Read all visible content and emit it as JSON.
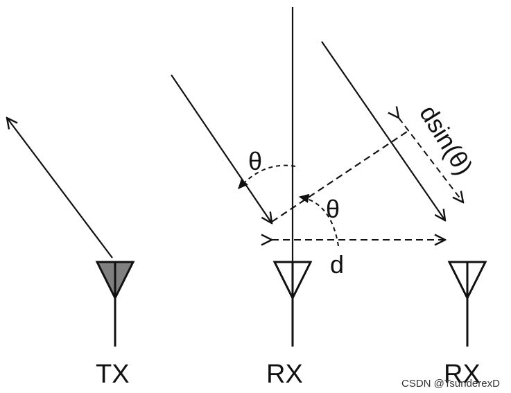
{
  "colors": {
    "stroke": "#111111",
    "tx_fill": "#808080",
    "background": "#ffffff"
  },
  "labels": {
    "tx": "TX",
    "rx_left": "RX",
    "rx_right": "RX",
    "theta_top": "θ",
    "theta_bottom": "θ",
    "spacing": "d",
    "path_difference": "dsin(θ)"
  },
  "watermark": "CSDN @TsunderexD"
}
